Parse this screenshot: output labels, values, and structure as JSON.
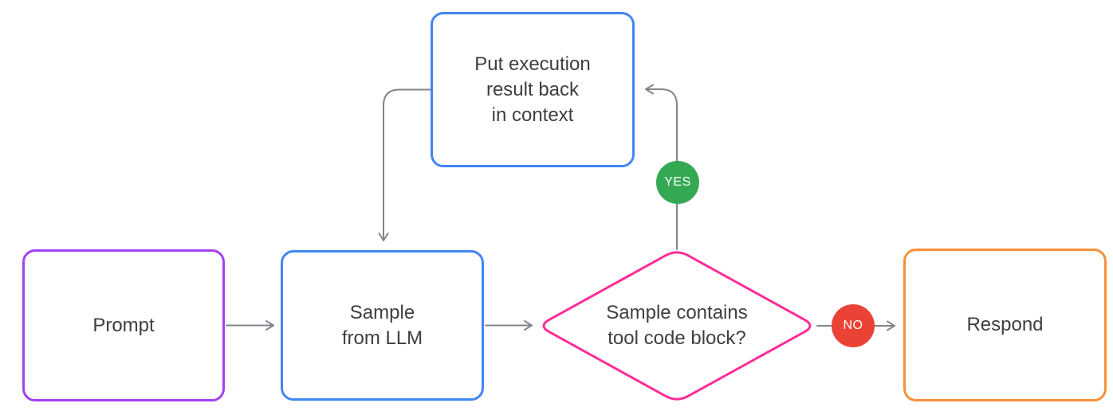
{
  "diagram": {
    "background": "#ffffff",
    "text_color": "#3c4043",
    "arrow_color": "#80868b",
    "nodes": {
      "prompt": {
        "label": "Prompt",
        "border_color": "#a142f4"
      },
      "sample_from_llm": {
        "label": "Sample\nfrom LLM",
        "border_color": "#4285f4"
      },
      "put_execution": {
        "label": "Put execution\nresult back\nin context",
        "border_color": "#4285f4"
      },
      "decision": {
        "label": "Sample contains\ntool code block?",
        "border_color": "#ff2d96"
      },
      "respond": {
        "label": "Respond",
        "border_color": "#f8903a"
      }
    },
    "branch_labels": {
      "yes": {
        "label": "YES",
        "color": "#34a853",
        "text_color": "#ffffff"
      },
      "no": {
        "label": "NO",
        "color": "#ea4335",
        "text_color": "#ffffff"
      }
    }
  }
}
